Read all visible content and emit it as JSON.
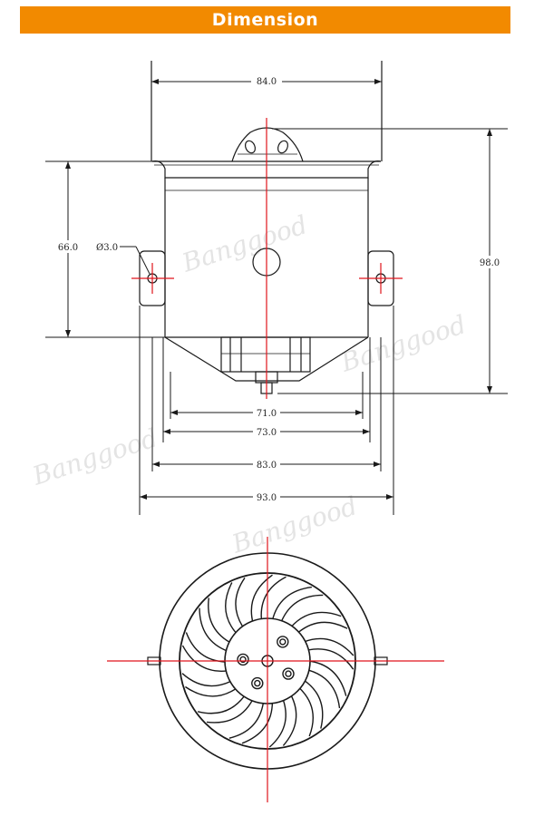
{
  "header": {
    "title": "Dimension"
  },
  "side_view": {
    "dims": {
      "top_width": "84.0",
      "height_left": "66.0",
      "mount_hole": "Ø3.0",
      "height_right": "98.0",
      "w71": "71.0",
      "w73": "73.0",
      "w83": "83.0",
      "w93": "93.0"
    }
  },
  "watermark": "Banggood",
  "colors": {
    "accent": "#f28a00",
    "centerline": "#e0141c",
    "ink": "#1a1a1a"
  }
}
